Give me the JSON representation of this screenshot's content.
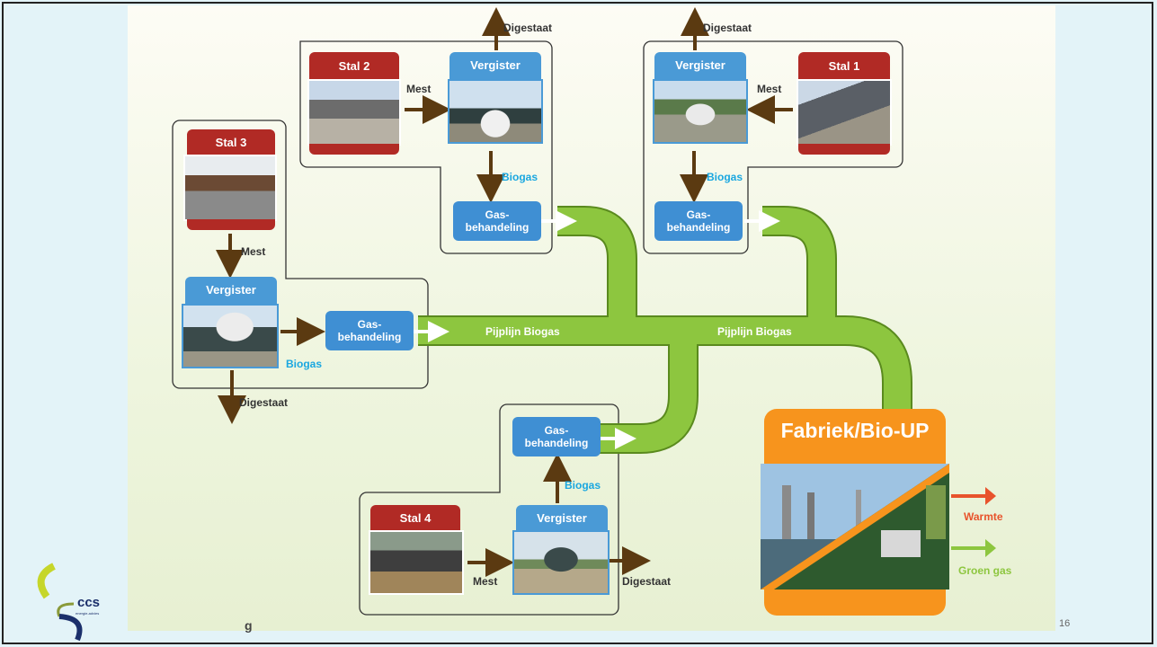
{
  "slide": {
    "page_number": "16",
    "footer_fragment": "g"
  },
  "logo": {
    "text": "ccs",
    "subtext": "energie-advies"
  },
  "labels": {
    "stal1": "Stal 1",
    "stal2": "Stal 2",
    "stal3": "Stal 3",
    "stal4": "Stal 4",
    "vergister": "Vergister",
    "gas": "Gas-\nbehandeling",
    "mest": "Mest",
    "biogas": "Biogas",
    "digestaat": "Digestaat",
    "pijplijn": "Pijplijn Biogas",
    "fabriek": "Fabriek/Bio-UP",
    "warmte": "Warmte",
    "groen_gas": "Groen gas"
  },
  "colors": {
    "red": "#b12a25",
    "blue": "#4a9ad6",
    "pipe": "#8dc63f",
    "arrow": "#5b3a11",
    "orange": "#f7941d",
    "warmte": "#e8532c",
    "groen": "#8dc63f"
  }
}
